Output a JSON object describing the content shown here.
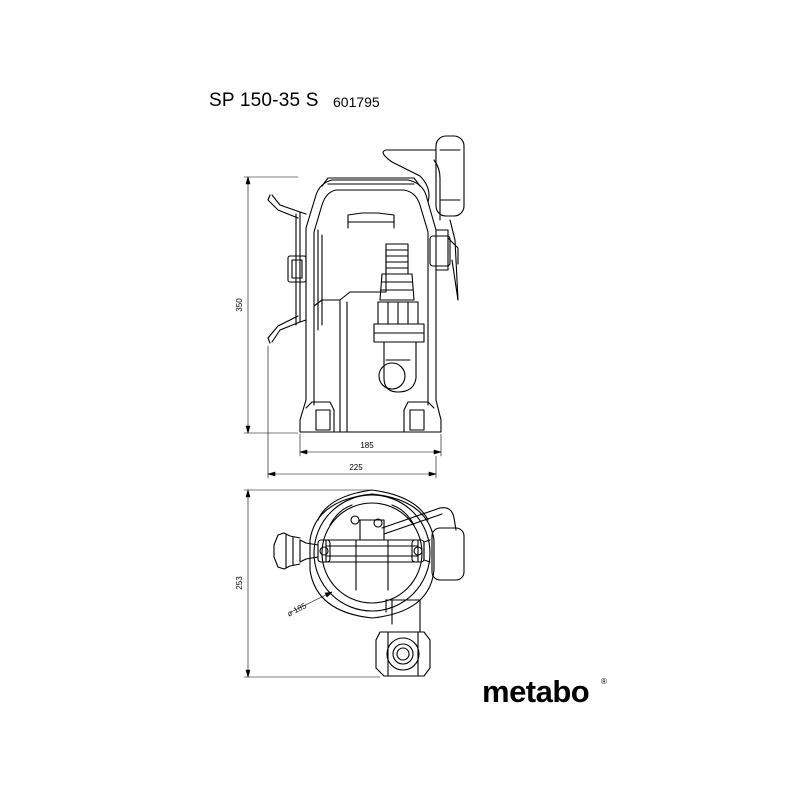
{
  "header": {
    "model": "SP 150-35 S",
    "article_number": "601795"
  },
  "dimensions": {
    "height": "350",
    "base_width": "185",
    "total_width": "225",
    "top_view_depth": "253",
    "diameter": "⌀ 185"
  },
  "brand": {
    "logo_text": "metabo",
    "registered_mark": "®"
  },
  "colors": {
    "line": "#000000",
    "background": "#ffffff"
  }
}
